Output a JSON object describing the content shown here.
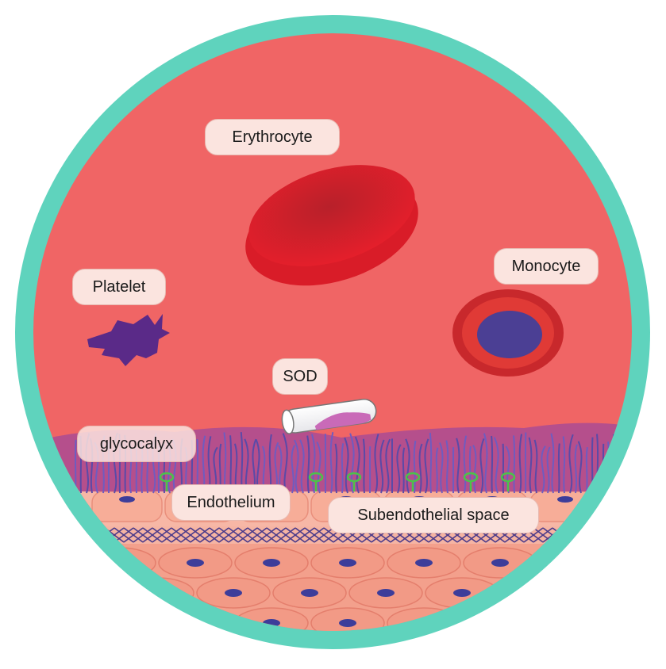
{
  "labels": {
    "erythrocyte": "Erythrocyte",
    "monocyte": "Monocyte",
    "platelet": "Platelet",
    "sod": "SOD",
    "glycocalyx": "glycocalyx",
    "endothelium": "Endothelium",
    "subendothelial": "Subendothelial space"
  },
  "colors": {
    "frame": "#5fd3bd",
    "lumen": "#f06565",
    "erythrocyte": "#e01e2a",
    "monocyte_outer": "#c8282c",
    "monocyte_nucleus": "#4b3f94",
    "platelet": "#5a2a88",
    "glycocalyx_base": "#b04e8e",
    "glycocalyx_fibers": "#5a4aa8",
    "endothelium": "#f4a38e",
    "cell_nucleus": "#3d3d9a",
    "basement_mesh": "#4a3a8a",
    "receptor": "#4cc24a"
  },
  "icons": {
    "erythrocyte": "erythrocyte-icon",
    "monocyte": "monocyte-icon",
    "platelet": "platelet-icon",
    "sod": "sod-capsule-icon"
  }
}
